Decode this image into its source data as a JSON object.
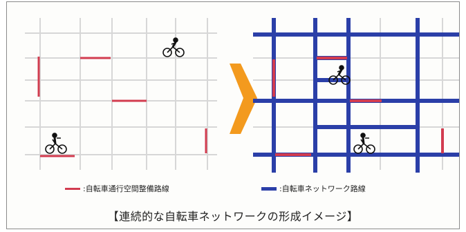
{
  "colors": {
    "grid": "#d7d7d7",
    "bike_lane": "#d23c4f",
    "network": "#2b3fa8",
    "arrow": "#f39a1e"
  },
  "legend": {
    "bike_lane_label": ":自転車通行空間整備路線",
    "network_label": ":自転車ネットワーク路線"
  },
  "caption": "【連続的な自転車ネットワークの形成イメージ】",
  "icons": [
    "bicycle-rider-icon",
    "arrow-right-icon"
  ]
}
